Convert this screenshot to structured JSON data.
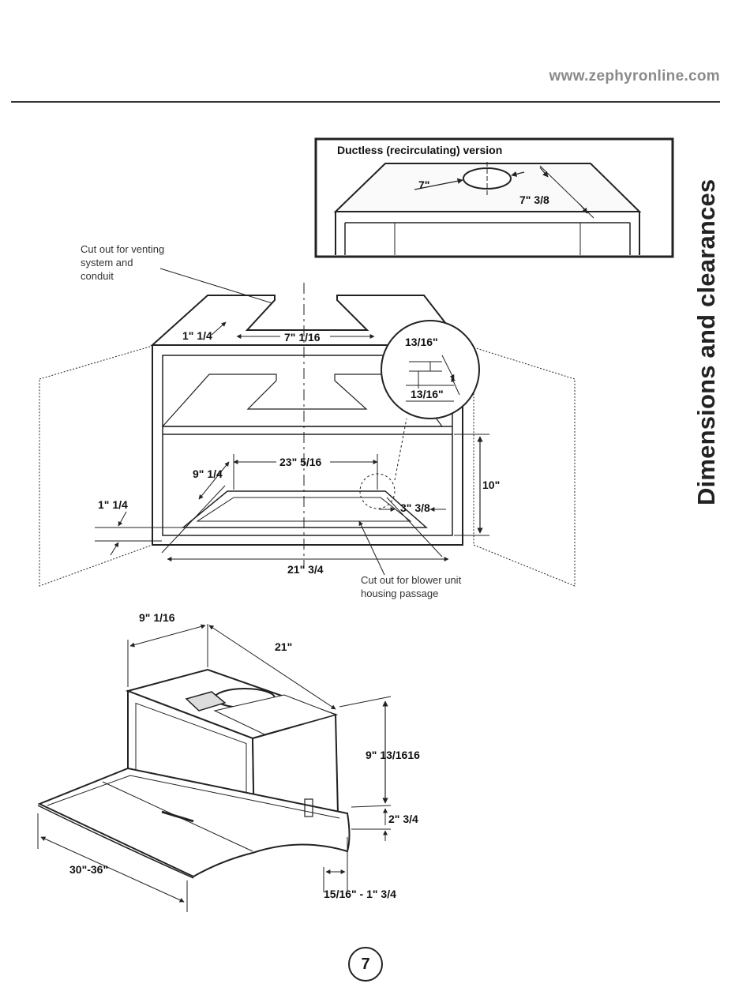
{
  "header": {
    "website": "www.zephyronline.com"
  },
  "side_title": "Dimensions and clearances",
  "inset": {
    "title": "Ductless (recirculating) version",
    "dims": {
      "hole_diameter": "7\"",
      "hole_offset": "7\" 3/8"
    }
  },
  "cabinet": {
    "notes": {
      "venting_cutout": [
        "Cut out for venting",
        "system and",
        "conduit"
      ],
      "blower_cutout": [
        "Cut out for blower unit",
        "housing passage"
      ]
    },
    "dims": {
      "top_edge": "1\" 1/4",
      "top_cutout_width": "7\" 1/16",
      "detail_top": "13/16\"",
      "detail_bottom": "13/16\"",
      "depth": "9\" 1/4",
      "cutout_width": "23\" 5/16",
      "height": "10\"",
      "left_edge": "1\" 1/4",
      "side_margin": "3\" 3/8",
      "bottom_width": "21\" 3/4"
    }
  },
  "hood": {
    "dims": {
      "depth": "9\" 1/16",
      "blower_width": "21\"",
      "height": "9\" 13/1616",
      "front_height": "2\" 3/4",
      "width_range": "30\"-36\"",
      "front_projection": "15/16\" - 1\" 3/4"
    }
  },
  "footer": {
    "page_number": "7"
  }
}
